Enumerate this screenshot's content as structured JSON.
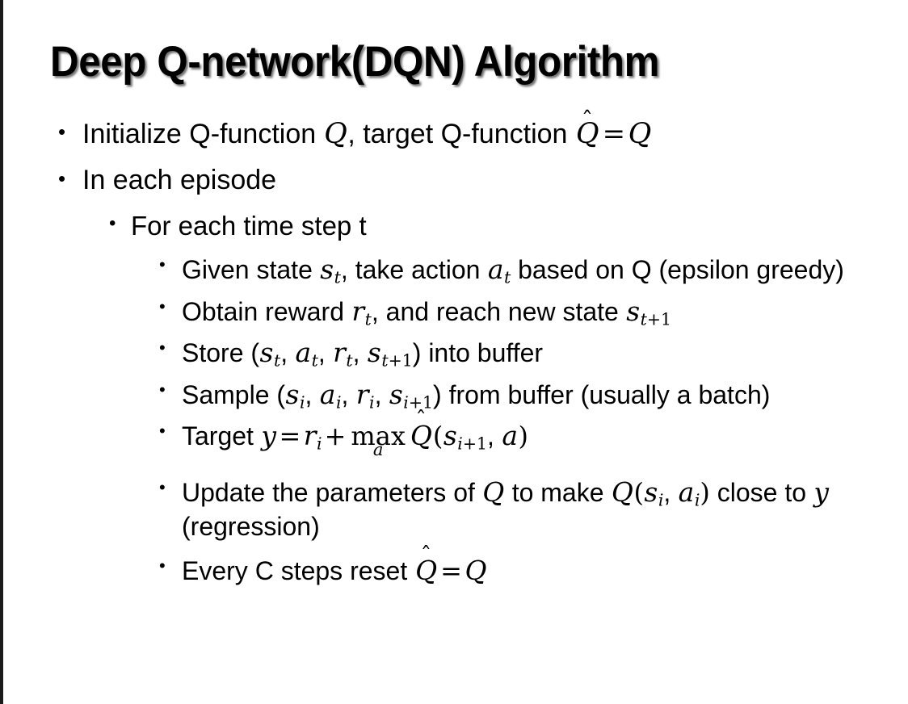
{
  "slide": {
    "title": "Deep Q-network(DQN) Algorithm",
    "background_color": "#ffffff",
    "text_color": "#000000",
    "border_color": "#1a1a1a",
    "bullet_glyph": "•"
  },
  "content": {
    "level1": [
      {
        "id": "initialize",
        "plain_text": "Initialize Q-function Q, target Q-function Q̂ = Q",
        "segments": {
          "lead": "Initialize Q-function ",
          "var_q1": "Q",
          "mid": ", target Q-function ",
          "qhat": "Q",
          "hat_accent": "ˆ",
          "equals": "=",
          "var_q2": "Q"
        }
      },
      {
        "id": "in-each-episode",
        "plain_text": "In each episode"
      }
    ],
    "level2": [
      {
        "id": "for-each-time-step",
        "plain_text": "For each time step t"
      }
    ],
    "level3": [
      {
        "id": "given-state",
        "plain_text": "Given state s_t, take action a_t based on Q (epsilon greedy)",
        "segments": {
          "lead": "Given state ",
          "var_s": "s",
          "sub_s": "t",
          "mid": ", take action ",
          "var_a": "a",
          "sub_a": "t",
          "tail": " based on Q (epsilon greedy)"
        }
      },
      {
        "id": "obtain-reward",
        "plain_text": "Obtain reward r_t, and reach new state s_t+1",
        "segments": {
          "lead": "Obtain reward ",
          "var_r": "r",
          "sub_r": "t",
          "mid": ", and reach new state ",
          "var_s": "s",
          "sub_s_italic": "t",
          "sub_s_plus": "+1"
        }
      },
      {
        "id": "store",
        "plain_text": "Store (s_t, a_t, r_t, s_t+1) into buffer",
        "segments": {
          "lead": "Store (",
          "var_s1": "s",
          "sub_1": "t",
          "sep1": ", ",
          "var_a": "a",
          "sub_2": "t",
          "sep2": ", ",
          "var_r": "r",
          "sub_3": "t",
          "sep3": ", ",
          "var_s2": "s",
          "sub_4_italic": "t",
          "sub_4_plus": "+1",
          "tail": ") into buffer"
        }
      },
      {
        "id": "sample",
        "plain_text": "Sample (s_i, a_i, r_i, s_i+1) from buffer (usually a batch)",
        "segments": {
          "lead": "Sample (",
          "var_s1": "s",
          "sub_1": "i",
          "sep1": ", ",
          "var_a": "a",
          "sub_2": "i",
          "sep2": ", ",
          "var_r": "r",
          "sub_3": "i",
          "sep3": ", ",
          "var_s2": "s",
          "sub_4_italic": "i",
          "sub_4_plus": "+1",
          "tail": ") from buffer (usually a batch)"
        }
      },
      {
        "id": "target",
        "plain_text": "Target y = r_i + max_a Q̂(s_i+1, a)",
        "segments": {
          "lead": "Target ",
          "var_y": "y",
          "equals": "=",
          "var_r": "r",
          "sub_r": "i",
          "plus": "+",
          "max_op": "max",
          "max_under": "a",
          "qhat": "Q",
          "hat_accent": "ˆ",
          "paren_open": "(",
          "var_s": "s",
          "sub_s_italic": "i",
          "sub_s_plus": "+1",
          "comma": ", ",
          "var_a": "a",
          "paren_close": ")"
        }
      },
      {
        "id": "update-parameters",
        "plain_text": "Update the parameters of Q to make Q(s_i, a_i) close to y (regression)",
        "segments": {
          "lead": "Update the parameters of ",
          "var_q1": "Q",
          "mid": " to make ",
          "var_q2": "Q",
          "paren_open": "(",
          "var_s": "s",
          "sub_s": "i",
          "comma": ", ",
          "var_a": "a",
          "sub_a": "i",
          "paren_close": ")",
          "tail": " close to ",
          "var_y": "y",
          "tail2": " (regression)"
        }
      },
      {
        "id": "every-c-steps",
        "plain_text": "Every C steps reset Q̂ = Q",
        "segments": {
          "lead": "Every C steps reset ",
          "qhat": "Q",
          "hat_accent": "ˆ",
          "equals": "=",
          "var_q": "Q"
        }
      }
    ]
  }
}
